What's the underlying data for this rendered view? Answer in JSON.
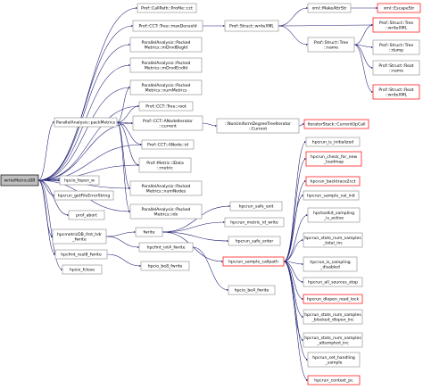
{
  "graph": {
    "root": "writeMetricsDB",
    "nodes": {
      "writeMetricsDB": [
        "writeMetricsDB"
      ],
      "callpath_profile_cct": [
        "Prof::CallPath::Profile::cct"
      ],
      "cct_tree_maxdenseid": [
        "Prof::CCT::Tree::maxDenseId"
      ],
      "struct_writexml": [
        "Prof::Struct::writeXML"
      ],
      "xml_makeattrstr": [
        "xml::MakeAttrStr"
      ],
      "xml_escapestr": [
        "xml::EscapeStr"
      ],
      "struct_tree_writexml": [
        "Prof::Struct::Tree",
        "::writeXML"
      ],
      "struct_tree_name": [
        "Prof::Struct::Tree",
        "::name"
      ],
      "struct_tree_dump": [
        "Prof::Struct::Tree",
        "::dump"
      ],
      "struct_root_name": [
        "Prof::Struct::Root",
        "::name"
      ],
      "struct_root_writexml": [
        "Prof::Struct::Root",
        "::writeXML"
      ],
      "pa_mdrvdbegid": [
        "ParallelAnalysis::Packed",
        "Metrics::mDrvdBegId"
      ],
      "pa_mdrvdendid": [
        "ParallelAnalysis::Packed",
        "Metrics::mDrvdEndId"
      ],
      "pa_nummetrics": [
        "ParallelAnalysis::Packed",
        "Metrics::numMetrics"
      ],
      "cct_tree_root": [
        "Prof::CCT::Tree::root"
      ],
      "pa_packmetrics": [
        "ParallelAnalysis::packMetrics"
      ],
      "cct_anodeiterator_current": [
        "Prof::CCT::ANodeIterator",
        "::current"
      ],
      "nonuniform_current": [
        "::NonUniformDegreeTreeIterator",
        "::Current"
      ],
      "iteratorstack_currentupcall": [
        "IteratorStack::CurrentUpCall"
      ],
      "cct_anode_id": [
        "Prof::CCT::ANode::id"
      ],
      "metric_idata_metric": [
        "Prof::Metric::IData",
        "::metric"
      ],
      "pa_numnodes": [
        "ParallelAnalysis::Packed",
        "Metrics::numNodes"
      ],
      "pa_idx": [
        "ParallelAnalysis::Packed",
        "Metrics::idx"
      ],
      "hpcio_fopen_w": [
        "hpcio_fopen_w"
      ],
      "hpcrun_getfileerrorstring": [
        "hpcrun_getFileErrorString"
      ],
      "prof_abort": [
        "prof_abort"
      ],
      "hpcmetricdb_fmt_hdr_fwrite": [
        "hpcmetricDB_fmt_hdr",
        "_fwrite"
      ],
      "hpcfmt_realx_fwrite": [
        "hpcfmt_real8_fwrite"
      ],
      "hpcio_fclose": [
        "hpcio_fclose"
      ],
      "fwrite": [
        "fwrite"
      ],
      "hpcfmt_int4_fwrite": [
        "hpcfmt_int4_fwrite"
      ],
      "hpcio_be8_fwrite": [
        "hpcio_be8_fwrite"
      ],
      "hpcrun_safe_exit": [
        "hpcrun_safe_exit"
      ],
      "hpcrun_metric_id_write": [
        "hpcrun_metric_id_write"
      ],
      "hpcrun_safe_enter": [
        "hpcrun_safe_enter"
      ],
      "hpcrun_sample_callpath": [
        "hpcrun_sample_callpath"
      ],
      "hpcio_be4_fwrite": [
        "hpcio_be4_fwrite"
      ],
      "hpcrun_is_initialized": [
        "hpcrun_is_initialized"
      ],
      "hpcrun_check_for_new_loadmap": [
        "hpcrun_check_for_new",
        "_loadmap"
      ],
      "hpcrun_backtrace2cct": [
        "hpcrun_backtrace2cct"
      ],
      "hpcrun_sample_val_init": [
        "hpcrun_sample_val_init"
      ],
      "hpctoolkit_sampling_is_active": [
        "hpctoolkit_sampling",
        "_is_active"
      ],
      "hpcrun_stats_num_samples_total_inc": [
        "hpcrun_stats_num_samples",
        "_total_inc"
      ],
      "hpcrun_is_sampling_disabled": [
        "hpcrun_is_sampling",
        "_disabled"
      ],
      "hpcrun_all_sources_stop": [
        "hpcrun_all_sources_stop"
      ],
      "hpcrun_dlopen_read_lock": [
        "hpcrun_dlopen_read_lock"
      ],
      "hpcrun_stats_num_samples_blocked_dlopen_inc": [
        "hpcrun_stats_num_samples",
        "_blocked_dlopen_inc"
      ],
      "hpcrun_stats_num_samples_attempted_inc": [
        "hpcrun_stats_num_samples",
        "_attempted_inc"
      ],
      "hpcrun_set_handling_sample": [
        "hpcrun_set_handling",
        "_sample"
      ],
      "hpcrun_context_pc": [
        "hpcrun_context_pc"
      ]
    },
    "edges": [
      [
        "writeMetricsDB",
        "callpath_profile_cct"
      ],
      [
        "writeMetricsDB",
        "cct_tree_maxdenseid"
      ],
      [
        "writeMetricsDB",
        "pa_mdrvdbegid"
      ],
      [
        "writeMetricsDB",
        "pa_mdrvdendid"
      ],
      [
        "writeMetricsDB",
        "pa_nummetrics"
      ],
      [
        "writeMetricsDB",
        "cct_tree_root"
      ],
      [
        "writeMetricsDB",
        "pa_packmetrics"
      ],
      [
        "writeMetricsDB",
        "cct_anodeiterator_current"
      ],
      [
        "writeMetricsDB",
        "cct_anode_id"
      ],
      [
        "writeMetricsDB",
        "metric_idata_metric"
      ],
      [
        "writeMetricsDB",
        "pa_numnodes"
      ],
      [
        "writeMetricsDB",
        "pa_idx"
      ],
      [
        "writeMetricsDB",
        "hpcio_fopen_w"
      ],
      [
        "writeMetricsDB",
        "hpcrun_getfileerrorstring"
      ],
      [
        "writeMetricsDB",
        "prof_abort"
      ],
      [
        "writeMetricsDB",
        "hpcmetricdb_fmt_hdr_fwrite"
      ],
      [
        "writeMetricsDB",
        "hpcfmt_realx_fwrite"
      ],
      [
        "writeMetricsDB",
        "hpcio_fclose"
      ],
      [
        "cct_tree_maxdenseid",
        "struct_writexml"
      ],
      [
        "struct_writexml",
        "xml_makeattrstr"
      ],
      [
        "struct_writexml",
        "struct_tree_writexml"
      ],
      [
        "struct_writexml",
        "struct_tree_name"
      ],
      [
        "xml_makeattrstr",
        "xml_escapestr"
      ],
      [
        "struct_tree_name",
        "struct_tree_writexml"
      ],
      [
        "struct_tree_name",
        "struct_tree_dump"
      ],
      [
        "struct_tree_name",
        "struct_root_name"
      ],
      [
        "struct_tree_name",
        "struct_root_writexml"
      ],
      [
        "pa_packmetrics",
        "cct_anodeiterator_current"
      ],
      [
        "pa_packmetrics",
        "cct_anode_id"
      ],
      [
        "pa_packmetrics",
        "metric_idata_metric"
      ],
      [
        "pa_packmetrics",
        "pa_numnodes"
      ],
      [
        "pa_packmetrics",
        "pa_idx"
      ],
      [
        "pa_packmetrics",
        "pa_nummetrics"
      ],
      [
        "pa_packmetrics",
        "cct_tree_root"
      ],
      [
        "cct_anodeiterator_current",
        "nonuniform_current"
      ],
      [
        "nonuniform_current",
        "iteratorstack_currentupcall"
      ],
      [
        "hpcmetricdb_fmt_hdr_fwrite",
        "fwrite"
      ],
      [
        "hpcmetricdb_fmt_hdr_fwrite",
        "hpcfmt_int4_fwrite"
      ],
      [
        "hpcfmt_realx_fwrite",
        "hpcio_be8_fwrite"
      ],
      [
        "hpcfmt_int4_fwrite",
        "hpcio_be4_fwrite"
      ],
      [
        "fwrite",
        "hpcrun_safe_exit"
      ],
      [
        "fwrite",
        "hpcrun_metric_id_write"
      ],
      [
        "fwrite",
        "hpcrun_safe_enter"
      ],
      [
        "fwrite",
        "hpcrun_sample_callpath"
      ],
      [
        "hpcrun_sample_callpath",
        "hpcrun_is_initialized"
      ],
      [
        "hpcrun_sample_callpath",
        "hpcrun_check_for_new_loadmap"
      ],
      [
        "hpcrun_sample_callpath",
        "hpcrun_backtrace2cct"
      ],
      [
        "hpcrun_sample_callpath",
        "hpcrun_sample_val_init"
      ],
      [
        "hpcrun_sample_callpath",
        "hpctoolkit_sampling_is_active"
      ],
      [
        "hpcrun_sample_callpath",
        "hpcrun_stats_num_samples_total_inc"
      ],
      [
        "hpcrun_sample_callpath",
        "hpcrun_is_sampling_disabled"
      ],
      [
        "hpcrun_sample_callpath",
        "hpcrun_all_sources_stop"
      ],
      [
        "hpcrun_sample_callpath",
        "hpcrun_dlopen_read_lock"
      ],
      [
        "hpcrun_sample_callpath",
        "hpcrun_stats_num_samples_blocked_dlopen_inc"
      ],
      [
        "hpcrun_sample_callpath",
        "hpcrun_stats_num_samples_attempted_inc"
      ],
      [
        "hpcrun_sample_callpath",
        "hpcrun_set_handling_sample"
      ],
      [
        "hpcrun_sample_callpath",
        "hpcrun_context_pc"
      ]
    ],
    "truncated_nodes": [
      "xml_escapestr",
      "struct_tree_writexml",
      "struct_root_writexml",
      "iteratorstack_currentupcall",
      "hpcrun_sample_callpath",
      "hpcrun_check_for_new_loadmap",
      "hpcrun_backtrace2cct",
      "hpcrun_dlopen_read_lock",
      "hpcrun_context_pc"
    ],
    "colors": {
      "edge": "#191970",
      "node_border": "#999999",
      "truncated_border": "#ff0000",
      "root_fill": "#bfbfbf",
      "background": "#ffffff"
    }
  }
}
